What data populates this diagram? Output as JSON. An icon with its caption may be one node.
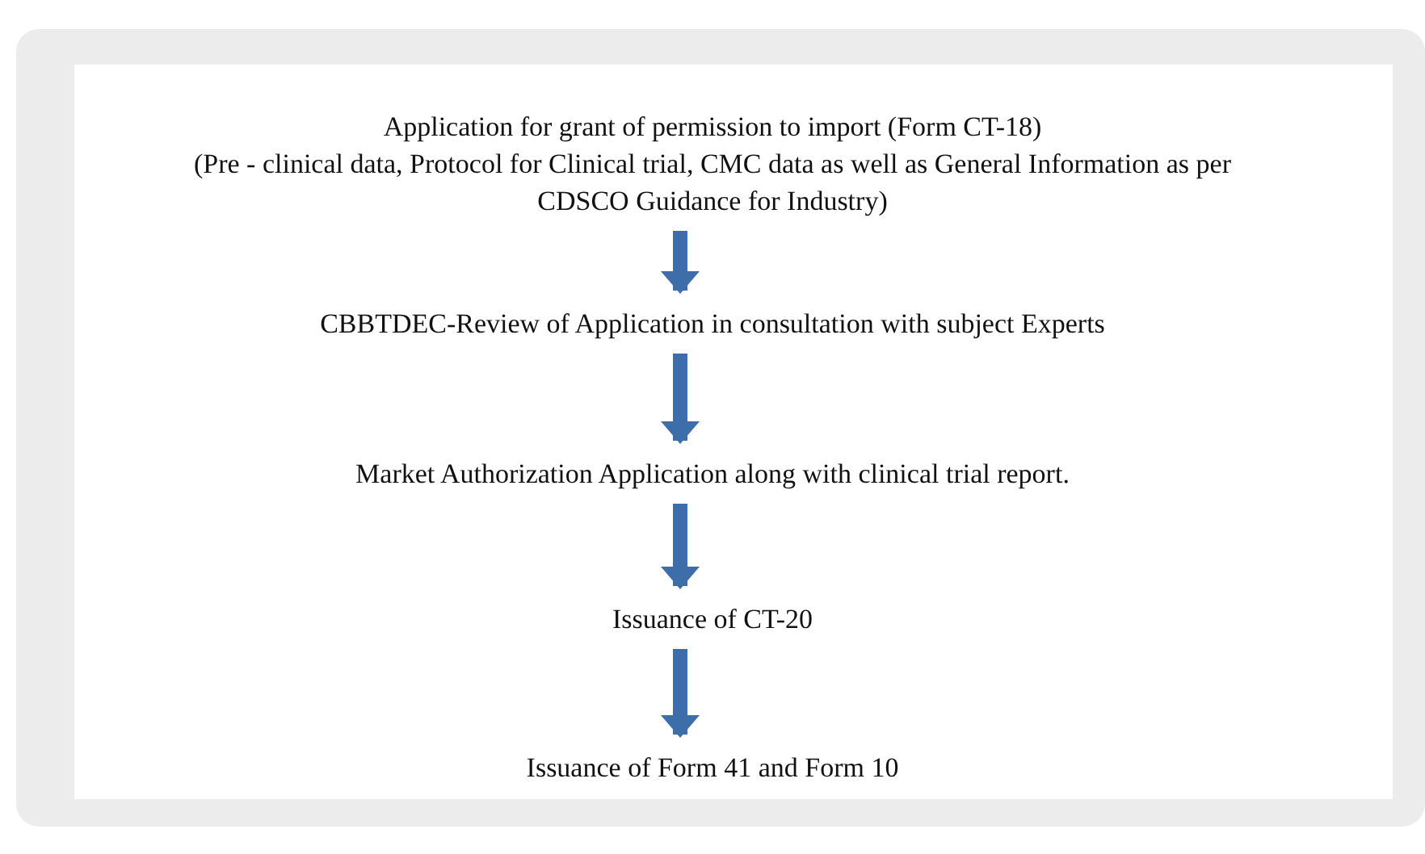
{
  "diagram": {
    "nodes": [
      {
        "text": [
          "Application for grant of permission to import (Form CT-18)",
          "(Pre - clinical data, Protocol for Clinical trial, CMC data as well as General Information as per CDSCO Guidance for Industry)"
        ]
      },
      {
        "text": [
          "CBBTDEC-Review of Application in consultation with subject Experts"
        ]
      },
      {
        "text": [
          "Market Authorization Application along with clinical trial report."
        ]
      },
      {
        "text": [
          "Issuance of CT-20"
        ]
      },
      {
        "text": [
          "Issuance of Form 41 and Form 10"
        ]
      }
    ],
    "edges": [
      {
        "from": 0,
        "to": 1,
        "arrow": "to"
      },
      {
        "from": 1,
        "to": 2,
        "arrow": "to"
      },
      {
        "from": 2,
        "to": 3,
        "arrow": "to"
      },
      {
        "from": 3,
        "to": 4,
        "arrow": "to"
      }
    ]
  }
}
